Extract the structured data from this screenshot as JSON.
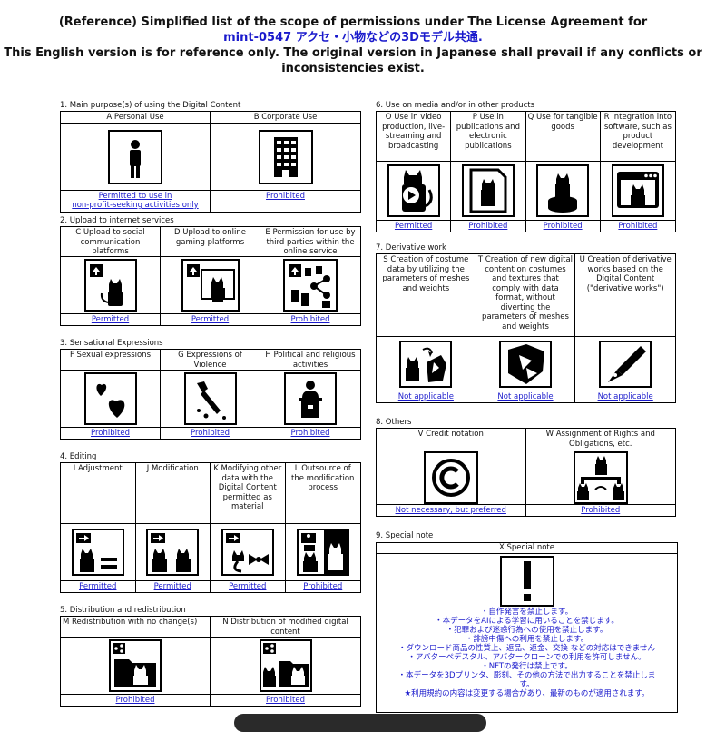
{
  "header": {
    "line1": "(Reference) Simplified list of the scope of permissions under The License Agreement for",
    "product_name": "mint-0547 アクセ・小物などの3Dモデル共通.",
    "line3": "This English version is for reference only. The original version in Japanese shall prevail if any conflicts or",
    "line4": "inconsistencies exist."
  },
  "sections": {
    "s1": {
      "title": "1. Main purpose(s) of using the Digital Content",
      "items": [
        {
          "head": "A Personal Use",
          "status": "Permitted to use in\nnon-profit-seeking activities only",
          "icon": "person-icon"
        },
        {
          "head": "B  Corporate Use",
          "status": "Prohibited",
          "icon": "building-icon"
        }
      ]
    },
    "s2": {
      "title": "2. Upload to internet services",
      "items": [
        {
          "head": "C Upload to social communication platforms",
          "status": "Permitted",
          "icon": "upload-cat-icon"
        },
        {
          "head": "D Upload to online gaming platforms",
          "status": "Permitted",
          "icon": "upload-monitor-cat-icon"
        },
        {
          "head": "E Permission for use by third parties within the online service",
          "status": "Prohibited",
          "icon": "share-cats-icon"
        }
      ]
    },
    "s3": {
      "title": "3. Sensational Expressions",
      "items": [
        {
          "head": "F Sexual expressions",
          "status": "Prohibited",
          "icon": "hearts-icon"
        },
        {
          "head": "G Expressions of Violence",
          "status": "Prohibited",
          "icon": "knife-icon"
        },
        {
          "head": "H Political and religious activities",
          "status": "Prohibited",
          "icon": "podium-icon"
        }
      ]
    },
    "s4": {
      "title": "4. Editing",
      "items": [
        {
          "head": "I Adjustment",
          "status": "Permitted",
          "icon": "arrow-cat-equal-icon"
        },
        {
          "head": "J Modification",
          "status": "Permitted",
          "icon": "arrow-cats-icon"
        },
        {
          "head": "K Modifying other data with the Digital Content permitted as material",
          "status": "Permitted",
          "icon": "arrow-cat-bow-icon"
        },
        {
          "head": "L Outsource of the modification process",
          "status": "Prohibited",
          "icon": "outsource-cats-icon"
        }
      ]
    },
    "s5": {
      "title": "5. Distribution and redistribution",
      "items": [
        {
          "head": "M Redistribution with no change(s)",
          "status": "Prohibited",
          "icon": "share-folder-cat-icon"
        },
        {
          "head": "N Distribution of modified digital content",
          "status": "Prohibited",
          "icon": "share-folder-cats-icon"
        }
      ]
    },
    "s6": {
      "title": "6. Use on media and/or in other products",
      "items": [
        {
          "head": "O Use in video production, live-streaming and broadcasting",
          "status": "Permitted",
          "icon": "video-cat-icon"
        },
        {
          "head": "P Use in publications and electronic publications",
          "status": "Prohibited",
          "icon": "document-cat-icon"
        },
        {
          "head": "Q Use for tangible goods",
          "status": "Prohibited",
          "icon": "figure-cat-icon"
        },
        {
          "head": "R Integration into software, such as product development",
          "status": "Prohibited",
          "icon": "software-cat-icon"
        }
      ]
    },
    "s7": {
      "title": "7. Derivative work",
      "items": [
        {
          "head": "S Creation of costume data by utilizing the parameters of meshes and weights",
          "status": "Not applicable",
          "icon": "cat-costume-icon"
        },
        {
          "head": "T Creation of new digital content on costumes and textures that comply with data format, without diverting the parameters of meshes and weights",
          "status": "Not applicable",
          "icon": "costume-icon"
        },
        {
          "head": "U Creation of derivative works based on the Digital Content (\"derivative works\")",
          "status": "Not applicable",
          "icon": "pen-nib-icon"
        }
      ]
    },
    "s8": {
      "title": "8. Others",
      "items": [
        {
          "head": "V Credit notation",
          "status": "Not necessary, but preferred",
          "icon": "copyright-icon"
        },
        {
          "head": "W Assignment of Rights and Obligations, etc.",
          "status": "Prohibited",
          "icon": "assignment-cats-icon"
        }
      ]
    },
    "s9": {
      "title": "9. Special note",
      "head": "X Special note",
      "lines": [
        "・自作発言を禁止します。",
        "・本データをAIによる学習に用いることを禁じます。",
        "・犯罪および迷惑行為への使用を禁止します。",
        "・誹謗中傷への利用を禁止します。",
        "・ダウンロード商品の性質上、返品、返金、交換 などの対応はできません",
        "・アバターペデスタル、アバタークローンでの利用を許可しません。",
        "・NFTの発行は禁止です。",
        "・本データを3Dプリンタ、彫刻、その他の方法で出力することを禁止しま",
        "す。",
        "★利用規約の内容は変更する場合があり、最新のものが適用されます。"
      ]
    }
  },
  "colors": {
    "link": "#1a1acc",
    "ink": "#000000"
  }
}
